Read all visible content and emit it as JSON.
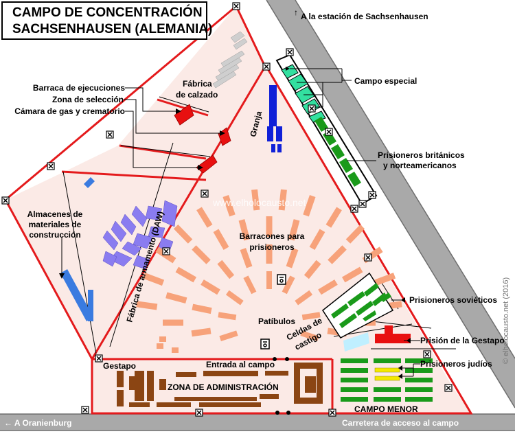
{
  "title": {
    "line1": "CAMPO DE CONCENTRACIÓN",
    "line2": "SACHSENHAUSEN (ALEMANIA)"
  },
  "road_labels": {
    "station_arrow": "↑",
    "station": "A la estación de Sachsenhausen",
    "oranienburg": "← A Oranienburg",
    "access_road": "Carretera de acceso al campo"
  },
  "labels": {
    "fabrica_calzado": [
      "Fábrica",
      "de calzado"
    ],
    "barraca_ejecuciones": "Barraca de ejecuciones",
    "zona_seleccion": "Zona de selección",
    "camara_gas": "Cámara de gas y crematorio",
    "granja": "Granja",
    "campo_especial": "Campo especial",
    "prisioneros_britanicos": [
      "Prisioneros británicos",
      "y norteamericanos"
    ],
    "almacenes": [
      "Almacenes de",
      "materiales de",
      "construcción"
    ],
    "fabrica_armamento": "Fábrica de armamento (DAW)",
    "barracones": [
      "Barracones para",
      "prisioneros"
    ],
    "prisioneros_sovieticos": "Prisioneros soviéticos",
    "patibulos": "Patíbulos",
    "celdas_castigo": [
      "Celdas de",
      "castigo"
    ],
    "prision_gestapo": "Prisión de la Gestapo",
    "prisioneros_judios": "Prisioneros judíos",
    "gestapo": "Gestapo",
    "entrada_campo": "Entrada al campo",
    "zona_administracion": "ZONA DE ADMINISTRACIÓN",
    "campo_menor": "CAMPO MENOR"
  },
  "watermarks": {
    "center": "www.elholocausto.net",
    "side": "© elholocausto.net (2016)"
  },
  "colors": {
    "wall": "#e41a1c",
    "ground": "#fbeae6",
    "road": "#a9a9a9",
    "road_edge": "#6e6e6e",
    "barracks": "#f7a27a",
    "farm": "#1020d8",
    "factory": "#8a7cf0",
    "warehouse": "#3a7be0",
    "special_camp": "#33e0a0",
    "prisoner_camp": "#1a9a1a",
    "execution": "#e81010",
    "admin": "#8b4513",
    "gray_bldg": "#cfcfcf",
    "light_blue": "#bfefff",
    "jewish": "#f4e800"
  },
  "icons": {
    "tower": "watchtower-icon",
    "station": "up-arrow-icon",
    "oranienburg": "left-arrow-icon"
  }
}
